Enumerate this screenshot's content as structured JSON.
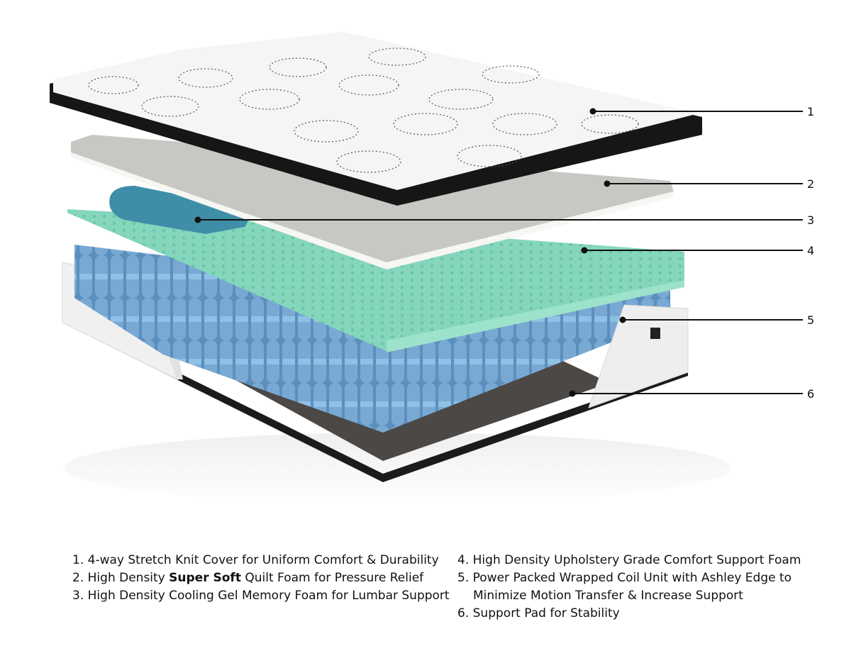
{
  "diagram": {
    "type": "exploded-view product diagram",
    "subject": "Mattress layers",
    "colors": {
      "cover_top": "#f4f4f4",
      "cover_edge": "#1a1a1a",
      "quilt_foam": "#c9c8c4",
      "gel_memory_foam": "#3f8ea8",
      "comfort_foam": "#7fd3b8",
      "coils": "#6a9cc8",
      "support_pad": "#4a4744",
      "edge_foam": "#eeeeee",
      "callout_line": "#111111"
    },
    "callouts": [
      {
        "number": "1",
        "layer": "knit-cover"
      },
      {
        "number": "2",
        "layer": "quilt-foam"
      },
      {
        "number": "3",
        "layer": "gel-memory-foam"
      },
      {
        "number": "4",
        "layer": "comfort-support-foam"
      },
      {
        "number": "5",
        "layer": "wrapped-coil-unit"
      },
      {
        "number": "6",
        "layer": "support-pad"
      }
    ]
  },
  "legend": {
    "left": [
      {
        "num": "1.",
        "pre": "4-way Stretch Knit Cover for Uniform Comfort & Durability",
        "bold": "",
        "post": ""
      },
      {
        "num": "2.",
        "pre": "High Density ",
        "bold": "Super Soft",
        "post": " Quilt Foam for Pressure Relief"
      },
      {
        "num": "3.",
        "pre": "High Density Cooling Gel Memory Foam for Lumbar Support",
        "bold": "",
        "post": ""
      }
    ],
    "right": [
      {
        "num": "4.",
        "pre": "High Density Upholstery Grade Comfort Support Foam",
        "bold": "",
        "post": ""
      },
      {
        "num": "5.",
        "pre": "Power Packed Wrapped Coil Unit with Ashley Edge to",
        "bold": "",
        "post": "",
        "continuation": "Minimize Motion Transfer & Increase Support"
      },
      {
        "num": "6.",
        "pre": "Support Pad for Stability",
        "bold": "",
        "post": ""
      }
    ]
  }
}
